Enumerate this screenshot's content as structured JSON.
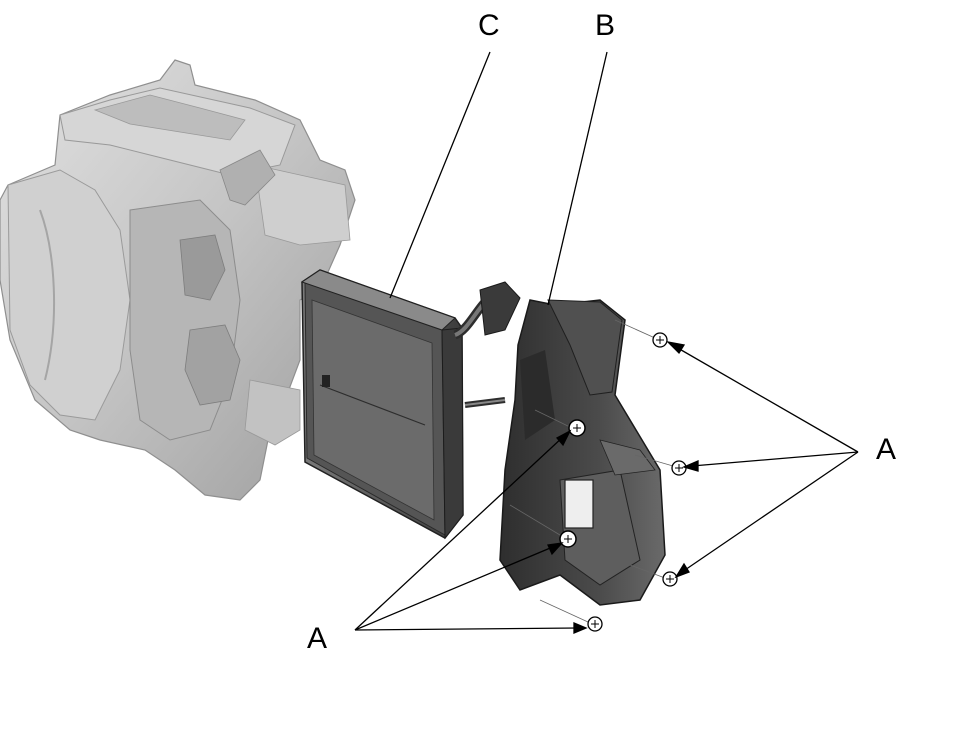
{
  "callouts": {
    "c": "C",
    "b": "B",
    "a_right": "A",
    "a_left": "A"
  },
  "colors": {
    "housing_light": "#c9c9c9",
    "housing_mid": "#a9a9a9",
    "evaporator_dark": "#4a4a4a",
    "cover_dark": "#3a3a3a",
    "leader_line": "#000000"
  }
}
